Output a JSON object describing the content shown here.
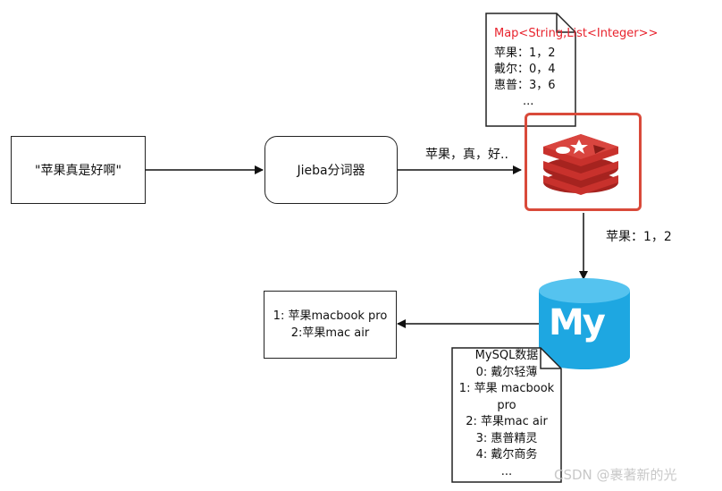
{
  "input_box": {
    "text": "\"苹果真是好啊\""
  },
  "jieba_box": {
    "text": "Jieba分词器"
  },
  "tokens_label": "苹果，真，好..",
  "map_doc": {
    "title": "Map<String,List<Integer>>",
    "lines": [
      "苹果：1，2",
      "戴尔：0，4",
      "惠普：3，6",
      "..."
    ]
  },
  "redis_to_mysql_label": "苹果：1，2",
  "result_box": {
    "lines": [
      "1: 苹果macbook pro",
      "2:苹果mac air"
    ]
  },
  "mysql_doc": {
    "lines": [
      "MySQL数据",
      "0: 戴尔轻薄",
      "1: 苹果 macbook",
      "pro",
      "2: 苹果mac air",
      "3: 惠普精灵",
      "4: 戴尔商务",
      "..."
    ]
  },
  "mysql_logo_text": "My",
  "watermark": "CSDN @裹著新的光",
  "colors": {
    "highlight": "#d94a3a",
    "title_red": "#e8232d",
    "redis": "#c8312c",
    "mysql": "#1ea7e1"
  }
}
